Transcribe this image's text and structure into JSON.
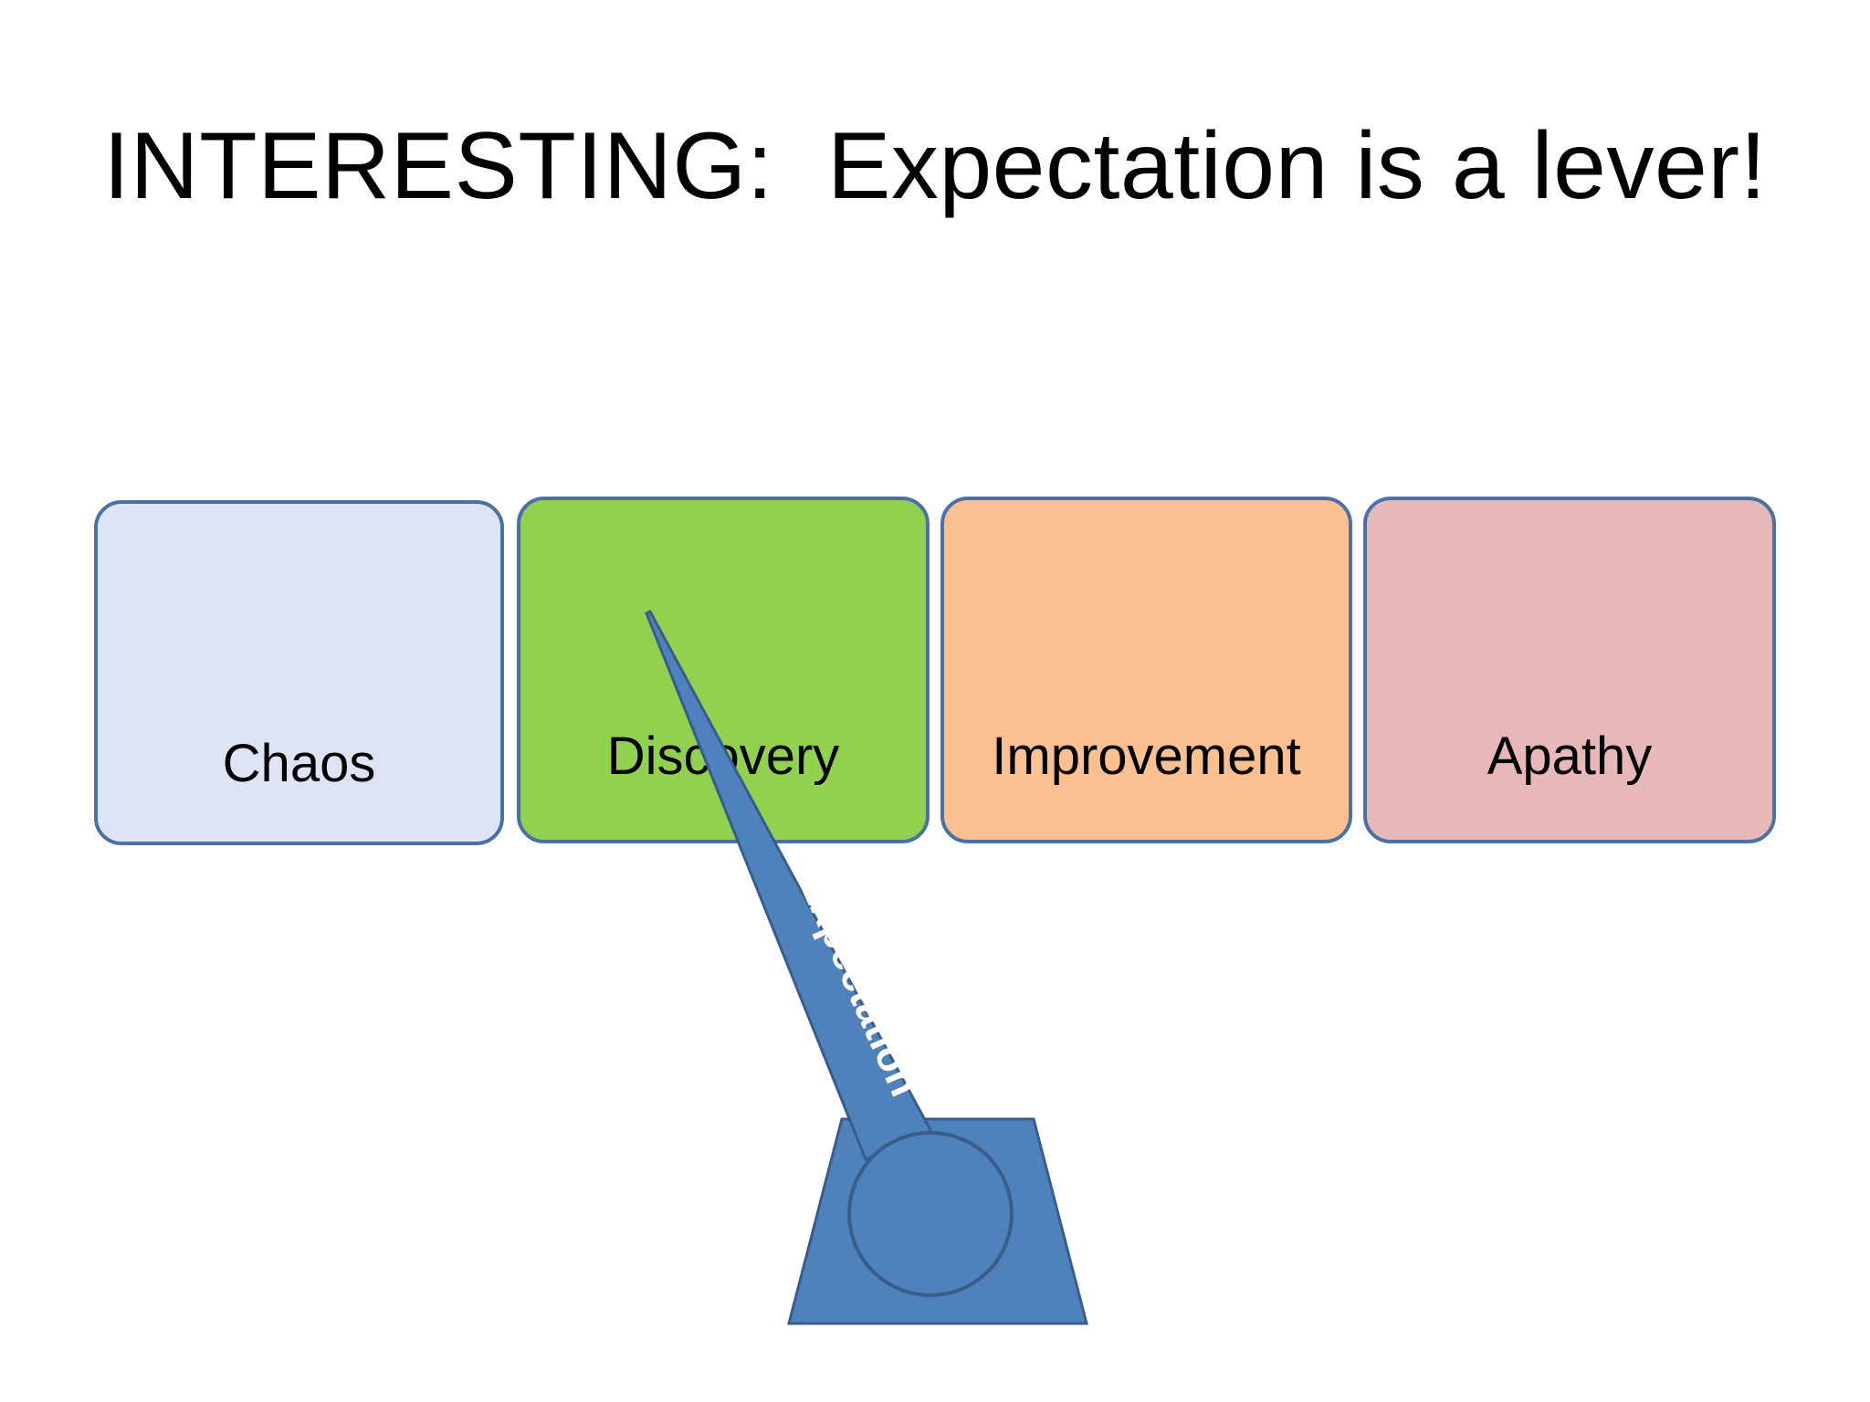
{
  "slide": {
    "title": "INTERESTING:  Expectation is a lever!"
  },
  "stages": [
    {
      "label": "Chaos",
      "color": "#dfe4f4"
    },
    {
      "label": "Discovery",
      "color": "#92d050"
    },
    {
      "label": "Improvement",
      "color": "#fac090"
    },
    {
      "label": "Apathy",
      "color": "#e6b8b7"
    }
  ],
  "lever": {
    "label": "Expectation",
    "fill_color": "#4f81bd",
    "stroke_color": "#385d8a",
    "points_at": "Discovery"
  }
}
